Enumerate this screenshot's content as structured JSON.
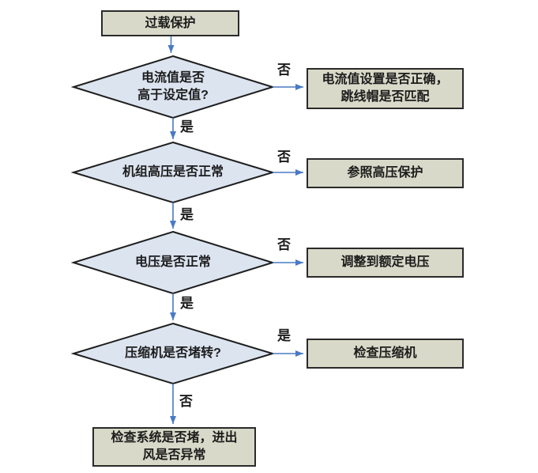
{
  "colors": {
    "page_bg": "#ffffff",
    "box_fill": "#d8d9c8",
    "box_border": "#2a2a2a",
    "diamond_fill": "#dce4f0",
    "diamond_border": "#1e1e1e",
    "arrow": "#4a7ac2",
    "text": "#1c1c1c"
  },
  "nodes": {
    "start": {
      "label": "过载保护"
    },
    "check_current": {
      "label": "电流值是否\n高于设定值?"
    },
    "current_action": {
      "label": "电流值设置是否正确，\n跳线帽是否匹配"
    },
    "check_pressure": {
      "label": "机组高压是否正常"
    },
    "pressure_action": {
      "label": "参照高压保护"
    },
    "check_voltage": {
      "label": "电压是否正常"
    },
    "voltage_action": {
      "label": "调整到额定电压"
    },
    "check_compressor": {
      "label": "压缩机是否堵转?"
    },
    "compressor_action": {
      "label": "检查压缩机"
    },
    "end": {
      "label": "检查系统是否堵，进出\n风是否异常"
    }
  },
  "edges": {
    "current_no": "否",
    "current_yes": "是",
    "pressure_no": "否",
    "pressure_yes": "是",
    "voltage_no": "否",
    "voltage_yes": "是",
    "compressor_yes": "是",
    "compressor_no": "否"
  }
}
